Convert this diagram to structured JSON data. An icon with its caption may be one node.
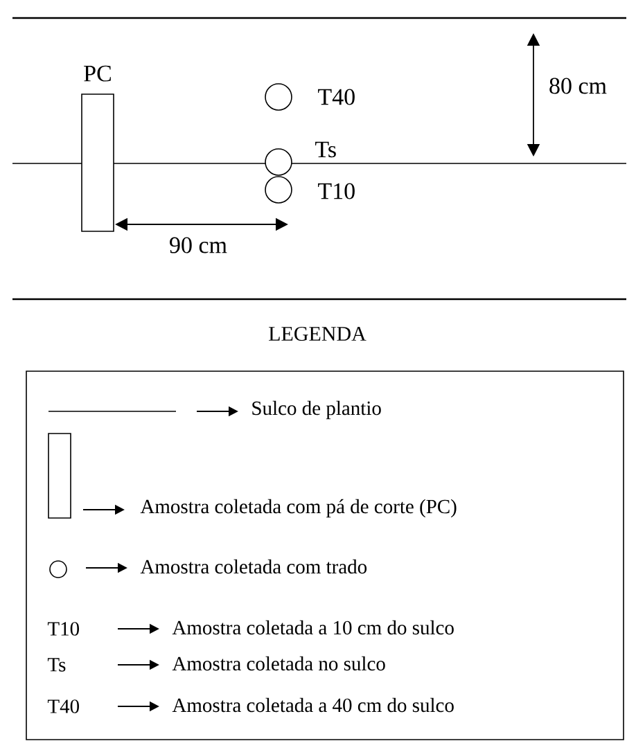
{
  "diagram": {
    "nodes": [
      {
        "text": [
          "PC"
        ]
      },
      {
        "text": [],
        "shape": "circle",
        "beside": [
          "T40"
        ]
      },
      {
        "text": [],
        "shape": "circle",
        "beside": [
          "Ts"
        ]
      },
      {
        "text": [],
        "shape": "circle",
        "beside": [
          "T10"
        ]
      }
    ],
    "edges": [],
    "labels": [
      "90 cm",
      "80 cm",
      "LEGENDA",
      "T10",
      "Ts",
      "T40"
    ],
    "legend": [
      {
        "text": "Sulco de plantio"
      },
      {
        "text": "Amostra coletada com pá de corte (PC)"
      },
      {
        "text": "Amostra coletada com trado"
      },
      {
        "text": "Amostra coletada a 10 cm do sulco"
      },
      {
        "text": "Amostra coletada no sulco"
      },
      {
        "text": "Amostra coletada a 40 cm do sulco"
      }
    ]
  }
}
